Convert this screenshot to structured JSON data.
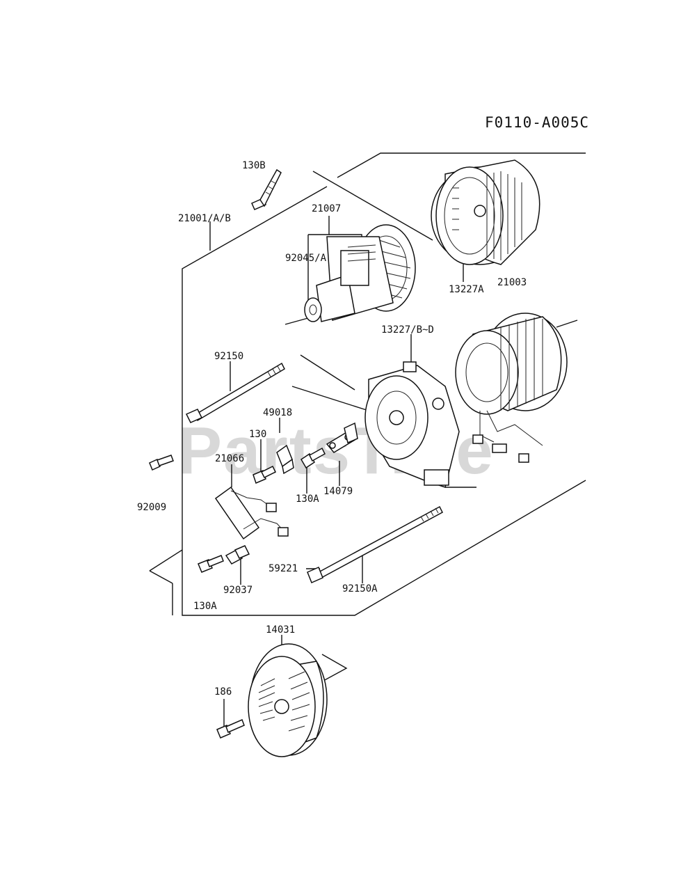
{
  "diagram_code": "F0110-A005C",
  "watermark": "PartsTree",
  "parts": {
    "p130B": "130B",
    "p21001": "21001/A/B",
    "p21007": "21007",
    "p92045": "92045/A",
    "p13227A": "13227A",
    "p21003": "21003",
    "p13227B": "13227/B~D",
    "p92150": "92150",
    "p49018": "49018",
    "p130": "130",
    "p21066": "21066",
    "p130A_1": "130A",
    "p14079": "14079",
    "p92009": "92009",
    "p59221": "59221",
    "p92037": "92037",
    "p92150A": "92150A",
    "p130A_2": "130A",
    "p14031": "14031",
    "p186": "186"
  }
}
